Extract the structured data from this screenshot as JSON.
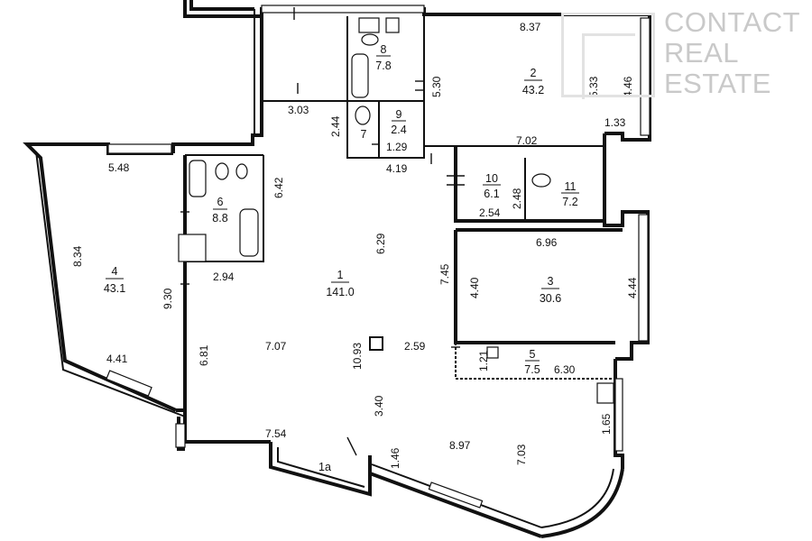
{
  "brand": {
    "line1": "CONTACT",
    "line2": "REAL",
    "line3": "ESTATE"
  },
  "rooms": [
    {
      "id": "r1",
      "number": "1",
      "area": "141.0"
    },
    {
      "id": "r1a",
      "number": "1a",
      "area": ""
    },
    {
      "id": "r2",
      "number": "2",
      "area": "43.2"
    },
    {
      "id": "r3",
      "number": "3",
      "area": "30.6"
    },
    {
      "id": "r4",
      "number": "4",
      "area": "43.1"
    },
    {
      "id": "r5",
      "number": "5",
      "area": "7.5"
    },
    {
      "id": "r6",
      "number": "6",
      "area": "8.8"
    },
    {
      "id": "r7",
      "number": "7",
      "area": ""
    },
    {
      "id": "r8",
      "number": "8",
      "area": "7.8"
    },
    {
      "id": "r9",
      "number": "9",
      "area": "2.4"
    },
    {
      "id": "r10",
      "number": "10",
      "area": "6.1"
    },
    {
      "id": "r11",
      "number": "11",
      "area": "7.2"
    }
  ],
  "dimensions": [
    "8.37",
    "5.30",
    "5.33",
    "4.46",
    "1.33",
    "3.03",
    "2.44",
    "1.29",
    "7.02",
    "4.19",
    "6.42",
    "5.48",
    "8.34",
    "2.94",
    "9.30",
    "6.29",
    "2.48",
    "2.54",
    "6.96",
    "7.45",
    "4.40",
    "4.44",
    "6.81",
    "7.07",
    "10.93",
    "2.59",
    "1.21",
    "6.30",
    "4.41",
    "3.40",
    "7.54",
    "1.46",
    "8.97",
    "7.03",
    "1.65"
  ]
}
